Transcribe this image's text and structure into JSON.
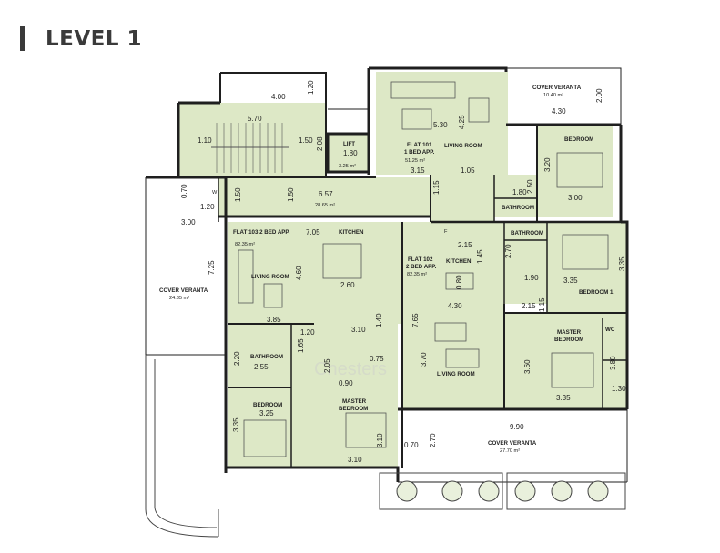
{
  "page": {
    "title": "LEVEL 1"
  },
  "colors": {
    "room_fill": "#dde8c6",
    "wall": "#1f1f1f",
    "veranta_fill": "#ffffff",
    "title": "#3a3a3a",
    "accent_line": "#6b8a3a"
  },
  "labels": {
    "stair_note": "",
    "lift": "LIFT",
    "lift_dim": "1.80",
    "lift_area": "3.25 m²",
    "corridor_area": "28.65 m²",
    "flat101_name": "FLAT 101",
    "flat101_type": "1 BED APP.",
    "flat101_area": "51.25 m²",
    "flat101_living": "LIVING ROOM",
    "flat101_bedroom": "BEDROOM",
    "flat101_bathroom": "BATHROOM",
    "cover_veranta_top": "COVER VERANTA",
    "cover_veranta_top_area": "10.40 m²",
    "flat103_name": "FLAT 103 2 BED APP.",
    "flat103_area": "82.35 m²",
    "flat103_kitchen": "KITCHEN",
    "flat103_living": "LIVING ROOM",
    "flat103_bathroom": "BATHROOM",
    "flat103_bedroom": "BEDROOM",
    "flat103_master": "MASTER",
    "flat103_master2": "BEDROOM",
    "cover_veranta_left": "COVER VERANTA",
    "cover_veranta_left_area": "24.35 m²",
    "flat102_name": "FLAT 102",
    "flat102_type": "2 BED APP.",
    "flat102_area": "82.35 m²",
    "flat102_kitchen": "KITCHEN",
    "flat102_bathroom": "BATHROOM",
    "flat102_bedroom1": "BEDROOM 1",
    "flat102_master": "MASTER",
    "flat102_master2": "BEDROOM",
    "flat102_wc": "WC",
    "flat102_living": "LIVING ROOM",
    "cover_veranta_bottom": "COVER VERANTA",
    "cover_veranta_bottom_area": "27.70 m²",
    "watermark": "Chesters",
    "wm_icon_label_w": "W",
    "fridge_f": "F"
  },
  "dimensions": {
    "d400": "4.00",
    "d120a": "1.20",
    "d570": "5.70",
    "d110": "1.10",
    "d150a": "1.50",
    "d208": "2.08",
    "d070a": "0.70",
    "d120b": "1.20",
    "d150b": "1.50",
    "d150c": "1.50",
    "d657": "6.57",
    "d300a": "3.00",
    "d725": "7.25",
    "d530": "5.30",
    "d425": "4.25",
    "d315": "3.15",
    "d105": "1.05",
    "d115": "1.15",
    "d180": "1.80",
    "d250": "2.50",
    "d430a": "4.30",
    "d200": "2.00",
    "d320": "3.20",
    "d300b": "3.00",
    "d705": "7.05",
    "d460": "4.60",
    "d260": "2.60",
    "d385": "3.85",
    "d120c": "1.20",
    "d310a": "3.10",
    "d140": "1.40",
    "d165": "1.65",
    "d220": "2.20",
    "d255": "2.55",
    "d205": "2.05",
    "d075": "0.75",
    "d090": "0.90",
    "d335a": "3.35",
    "d325": "3.25",
    "d310b": "3.10",
    "d310c": "3.10",
    "d215a": "2.15",
    "d145": "1.45",
    "d080": "0.80",
    "d430b": "4.30",
    "d215b": "2.15",
    "d765": "7.65",
    "d370": "3.70",
    "d270a": "2.70",
    "d190": "1.90",
    "d335b": "3.35",
    "d335c": "3.35",
    "d115b": "1.15",
    "d360": "3.60",
    "d380": "3.80",
    "d130": "1.30",
    "d335d": "3.35",
    "d990": "9.90",
    "d070b": "0.70",
    "d270b": "2.70"
  }
}
